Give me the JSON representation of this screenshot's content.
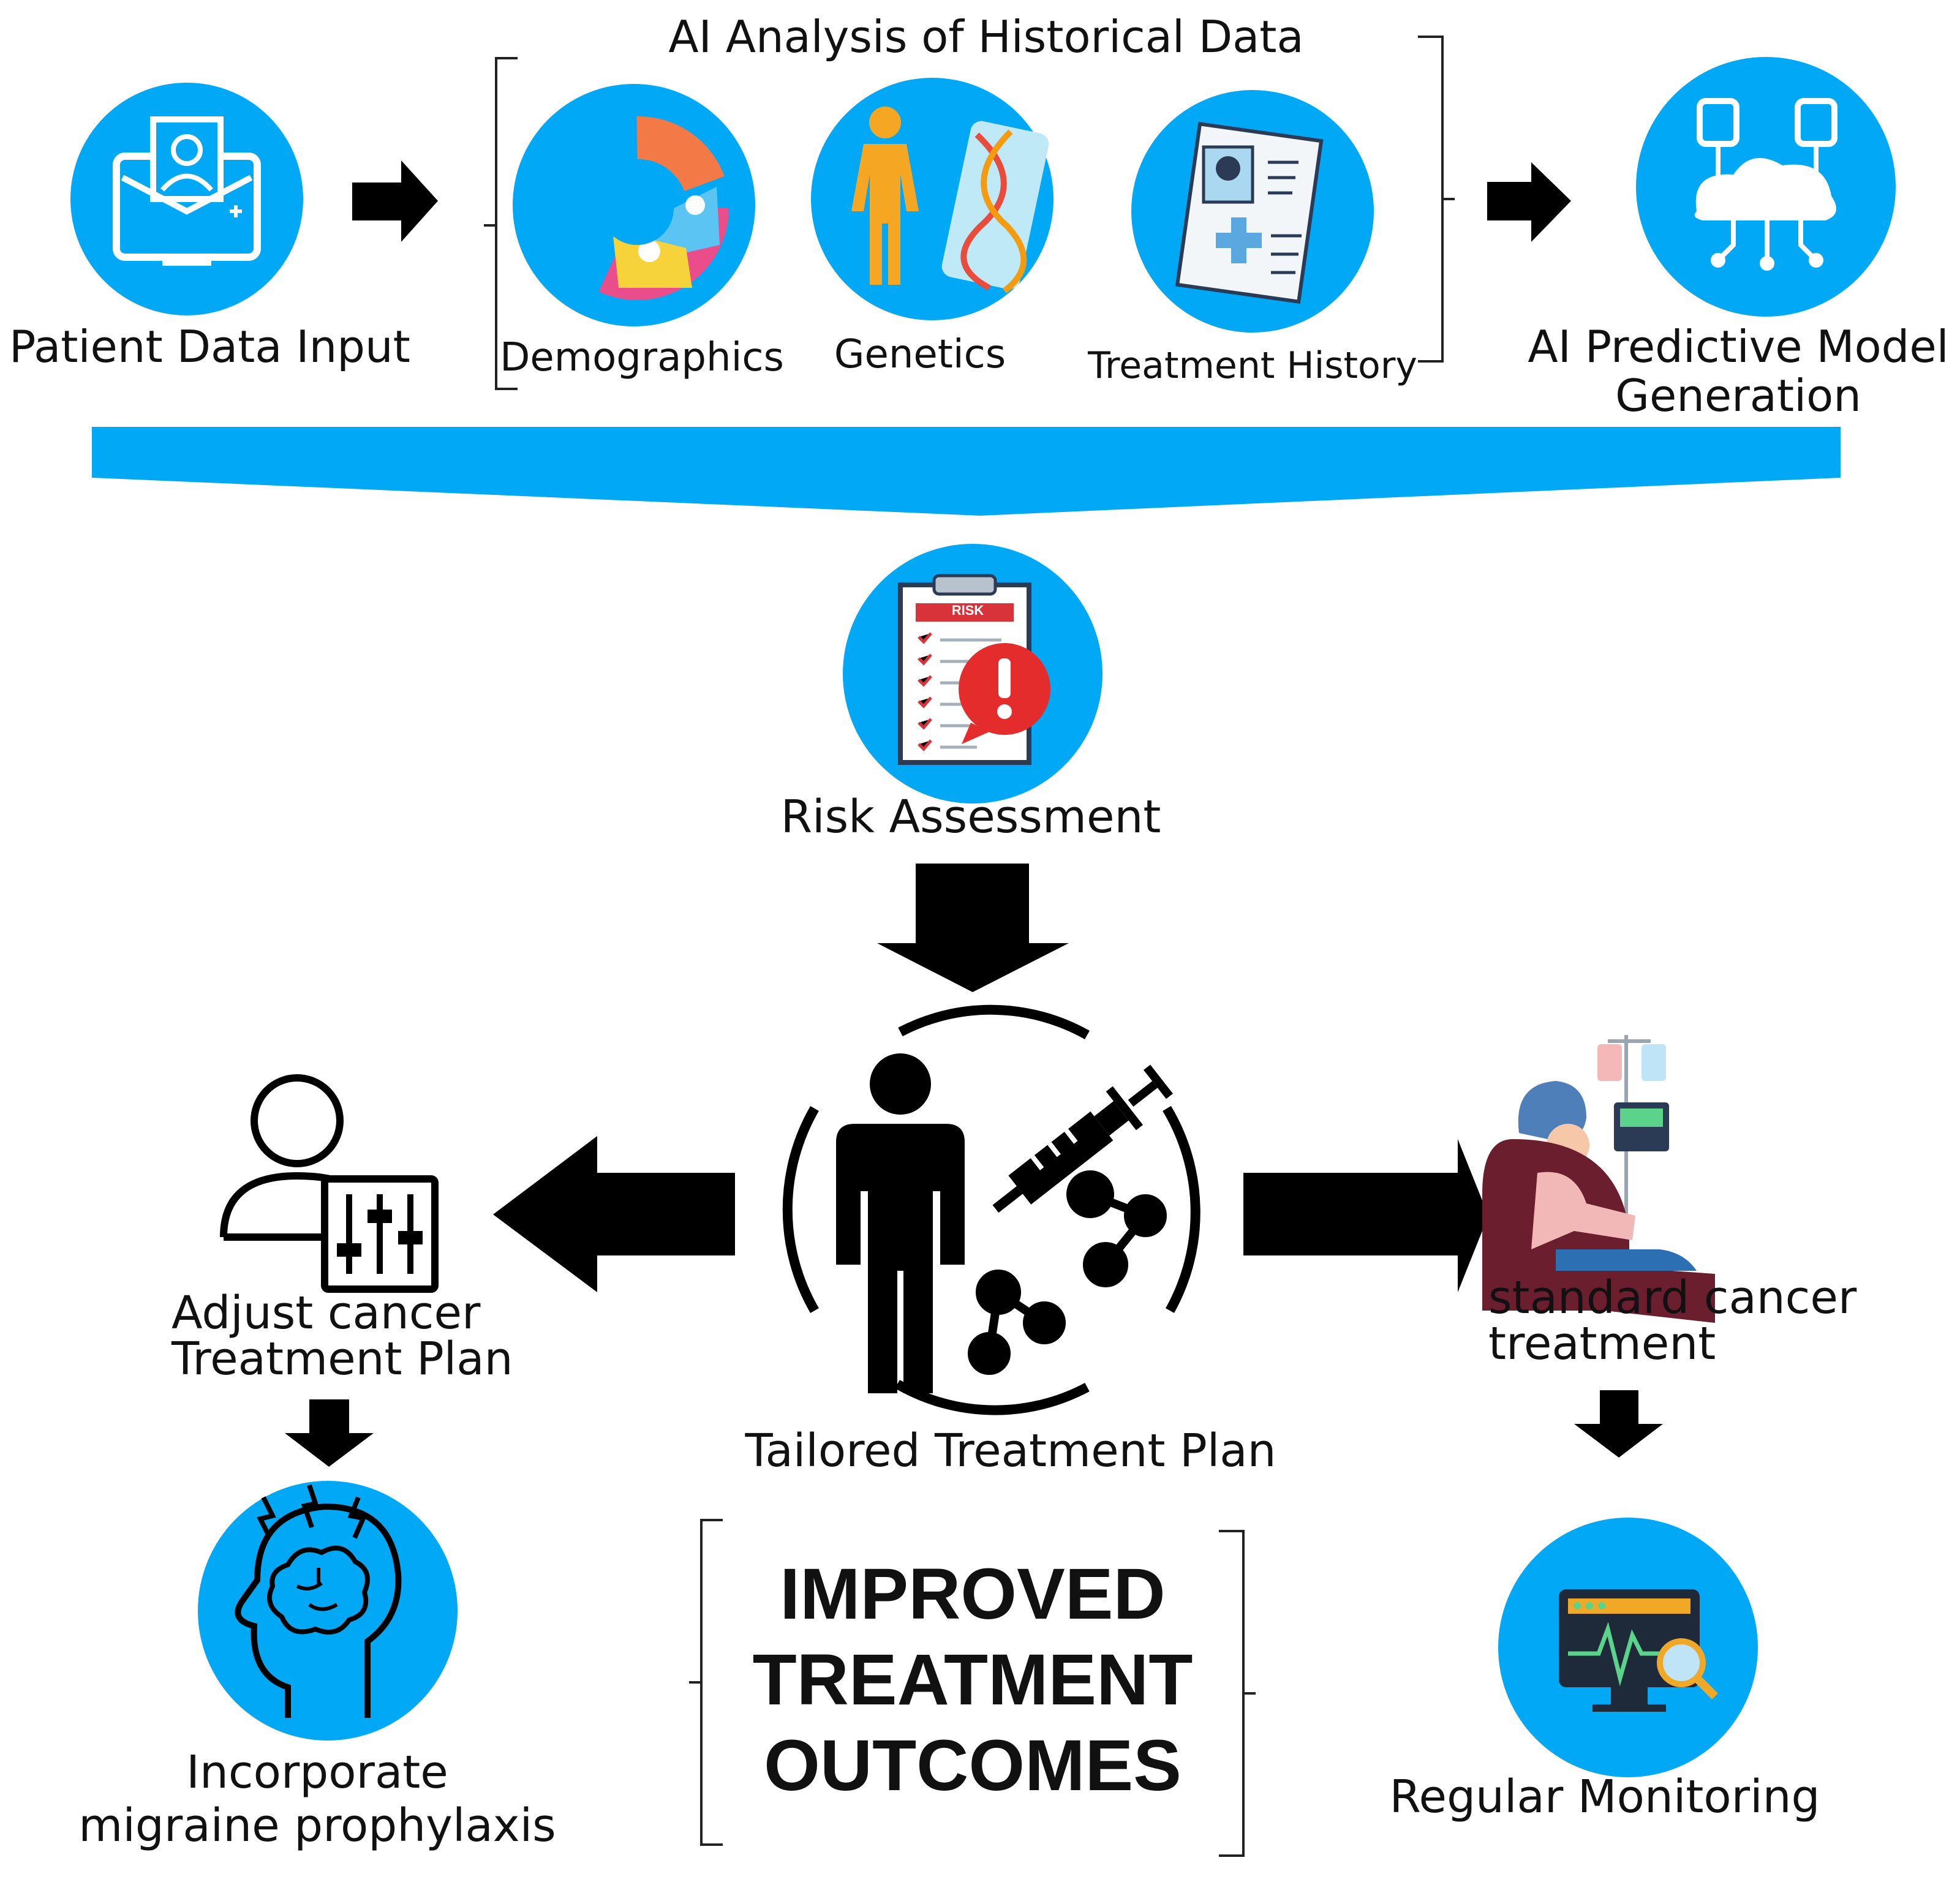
{
  "colors": {
    "accent": "#01A8F6",
    "arrow": "#000000",
    "risk_red": "#E42C2C"
  },
  "top": {
    "section_title": "AI Analysis of Historical Data",
    "patient_input": "Patient Data Input",
    "demographics": "Demographics",
    "genetics": "Genetics",
    "treatment_history": "Treatment History",
    "predictive_model": [
      "AI Predictive Model",
      "Generation"
    ]
  },
  "middle": {
    "risk_assessment": "Risk Assessment",
    "risk_badge": "RISK",
    "tailored_plan": "Tailored Treatment Plan"
  },
  "left_branch": {
    "adjust_plan": [
      "Adjust cancer",
      "Treatment Plan"
    ],
    "migraine": [
      "Incorporate",
      "migraine prophylaxis"
    ]
  },
  "right_branch": {
    "standard": [
      "standard cancer",
      "treatment"
    ],
    "monitoring": "Regular Monitoring"
  },
  "outcome": [
    "IMPROVED",
    "TREATMENT",
    "OUTCOMES"
  ],
  "icons": [
    "computer-patient-icon",
    "pie-chart-demographics-icon",
    "dna-body-icon",
    "medical-record-icon",
    "cloud-network-icon",
    "risk-clipboard-icon",
    "patient-syringe-icon",
    "user-settings-icon",
    "chemotherapy-patient-icon",
    "brain-headache-icon",
    "monitor-magnifier-icon"
  ]
}
